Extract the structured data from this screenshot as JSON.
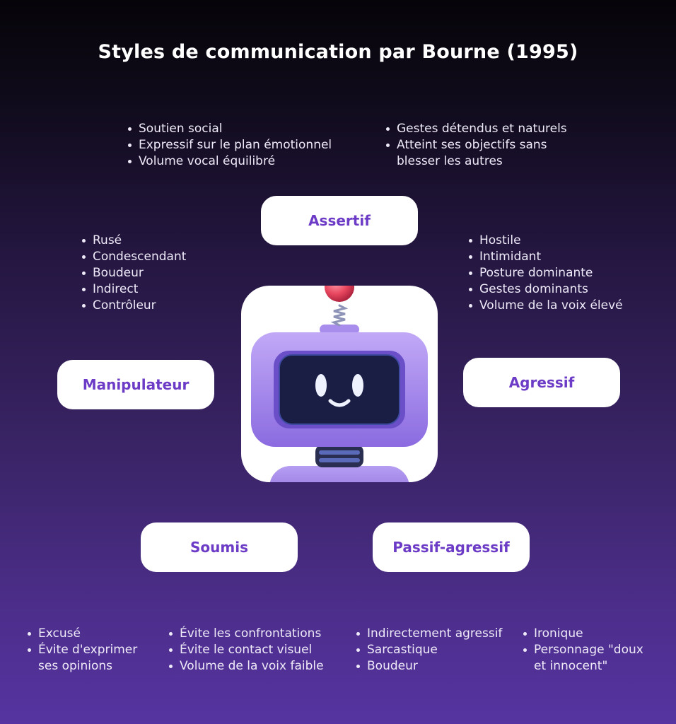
{
  "title": "Styles de communication par Bourne (1995)",
  "styles": {
    "assertif": {
      "label": "Assertif",
      "traits_left": [
        "Soutien social",
        "Expressif sur le plan émotionnel",
        "Volume vocal équilibré"
      ],
      "traits_right": [
        "Gestes détendus et naturels",
        "Atteint ses objectifs sans",
        "blesser les autres"
      ]
    },
    "manipulateur": {
      "label": "Manipulateur",
      "traits": [
        "Rusé",
        "Condescendant",
        "Boudeur",
        "Indirect",
        "Contrôleur"
      ]
    },
    "agressif": {
      "label": "Agressif",
      "traits": [
        "Hostile",
        "Intimidant",
        "Posture dominante",
        "Gestes dominants",
        "Volume de la voix élevé"
      ]
    },
    "soumis": {
      "label": "Soumis",
      "traits_a": [
        "Excusé",
        "Évite d'exprimer",
        "ses opinions"
      ],
      "traits_b": [
        "Évite les confrontations",
        "Évite le contact visuel",
        "Volume de la voix faible"
      ]
    },
    "passif_agressif": {
      "label": "Passif-agressif",
      "traits_a": [
        "Indirectement agressif",
        "Sarcastique",
        "Boudeur"
      ],
      "traits_b": [
        "Ironique",
        "Personnage \"doux",
        "et innocent\""
      ]
    }
  },
  "colors": {
    "accent": "#6d3cc7",
    "background_top": "#060409",
    "background_bottom": "#5634a1",
    "pill": "#ffffff"
  },
  "icons": {
    "mascot": "robot-mascot-icon"
  }
}
